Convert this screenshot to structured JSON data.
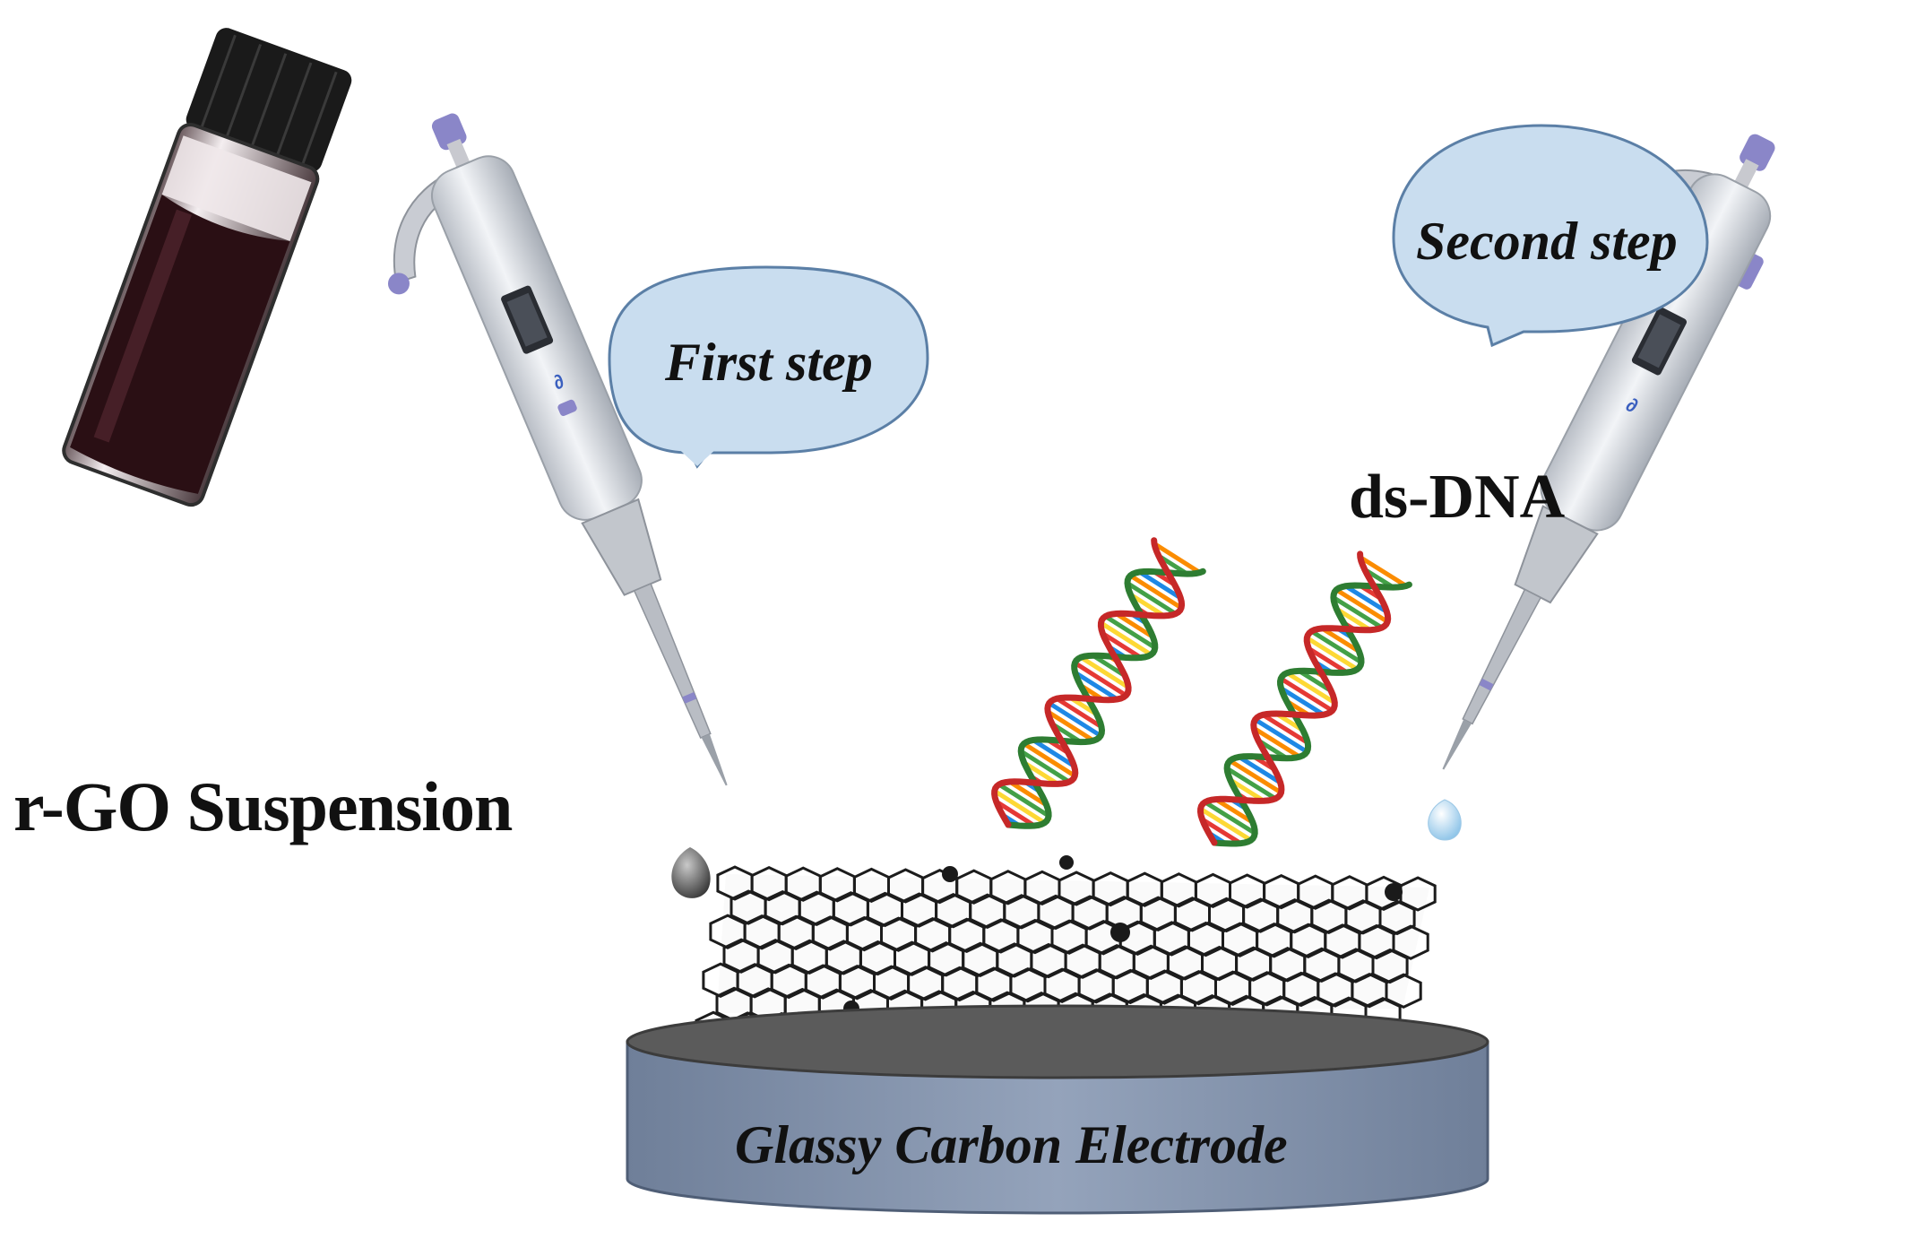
{
  "labels": {
    "rgo_suspension": "r-GO Suspension",
    "first_step": "First step",
    "second_step": "Second step",
    "ds_dna": "ds-DNA",
    "electrode": "Glassy Carbon Electrode"
  },
  "colors": {
    "bubble_fill": "#c9ddef",
    "bubble_stroke": "#5b7fa6",
    "electrode_side": "#8393ad",
    "electrode_top": "#5b5b5b",
    "pipette_body": "#d9dde3",
    "pipette_accent": "#8a86c8",
    "vial_liquid": "#2a0f14",
    "vial_cap": "#1a1a1a",
    "dna_colors": [
      "#e53935",
      "#43a047",
      "#1e88e5",
      "#fdd835",
      "#fb8c00"
    ]
  },
  "icons": {
    "vial": "vial-icon",
    "pipette_left": "pipette-icon",
    "pipette_right": "pipette-icon",
    "graphene": "graphene-sheet-icon",
    "dna_helix": "dna-helix-icon",
    "electrode": "electrode-disk-icon"
  }
}
